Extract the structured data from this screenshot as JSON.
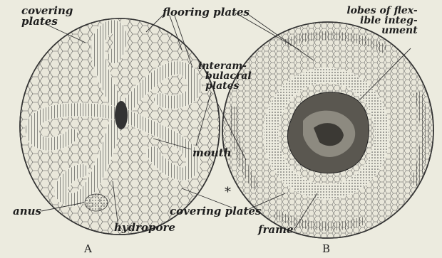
{
  "figure": {
    "labels": {
      "covering_plates_top_line1": "covering",
      "covering_plates_top_line2": "plates",
      "flooring_plates": "flooring plates",
      "lobes_line1": "lobes of flex-",
      "lobes_line2": "ible integ-",
      "lobes_line3": "ument",
      "interambulacral_line1": "interam-",
      "interambulacral_line2": "bulacral",
      "interambulacral_line3": "plates",
      "mouth": "mouth",
      "anus": "anus",
      "hydropore": "hydropore",
      "covering_plates_bottom": "covering plates",
      "frame": "frame",
      "asterisk": "*"
    },
    "panels": {
      "a": "A",
      "b": "B"
    },
    "colors": {
      "background": "#ecebdf",
      "ink": "#2a2a2a"
    }
  }
}
